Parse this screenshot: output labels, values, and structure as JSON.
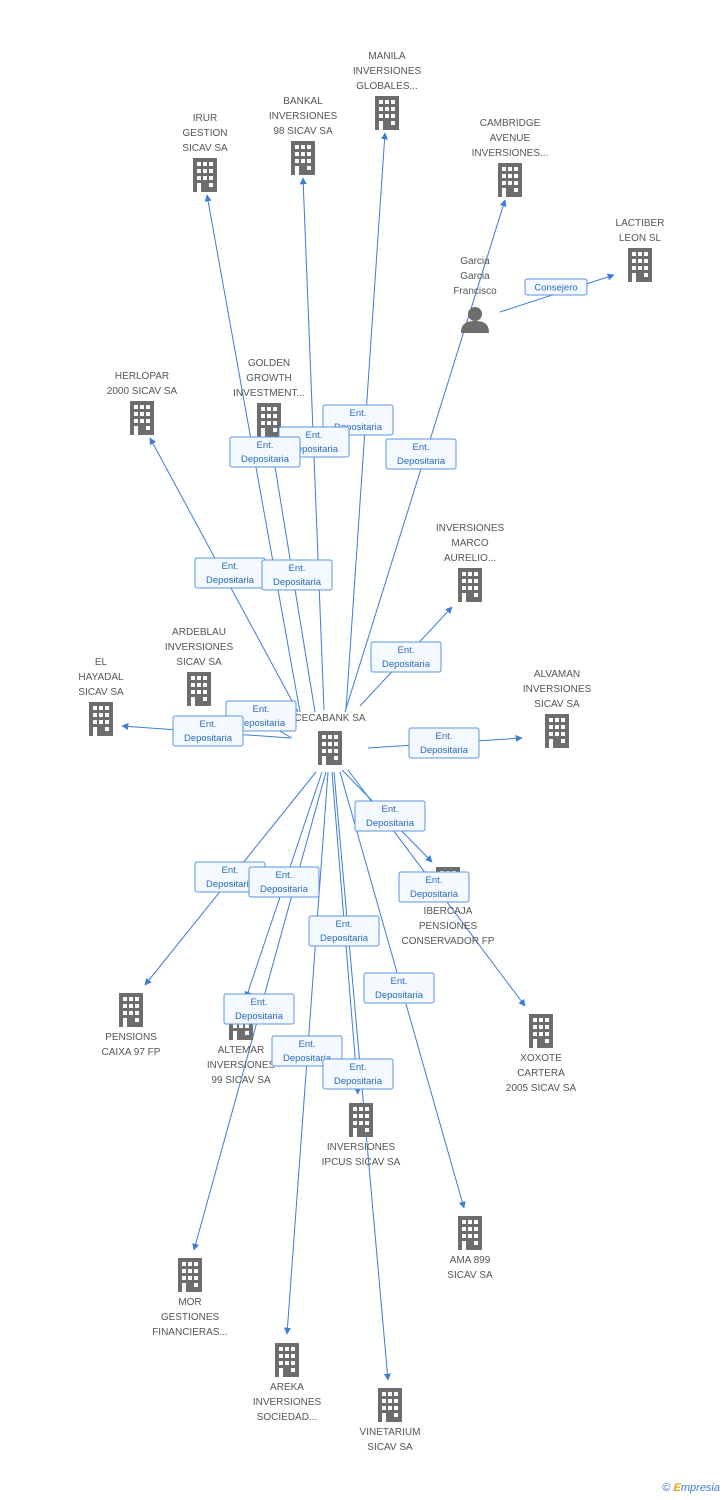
{
  "nodes": [
    {
      "id": "center",
      "kind": "company",
      "label": [
        "CECABANK SA"
      ]
    },
    {
      "id": "manila",
      "kind": "company",
      "label": [
        "MANILA",
        "INVERSIONES",
        "GLOBALES..."
      ]
    },
    {
      "id": "bankal",
      "kind": "company",
      "label": [
        "BANKAL",
        "INVERSIONES",
        "98 SICAV SA"
      ]
    },
    {
      "id": "irur",
      "kind": "company",
      "label": [
        "IRUR",
        "GESTION",
        "SICAV SA"
      ]
    },
    {
      "id": "cambridge",
      "kind": "company",
      "label": [
        "CAMBRIDGE",
        "AVENUE",
        "INVERSIONES..."
      ]
    },
    {
      "id": "lactiber",
      "kind": "company",
      "label": [
        "LACTIBER",
        "LEON SL"
      ]
    },
    {
      "id": "garcia",
      "kind": "person",
      "label": [
        "Garcia",
        "Garcia",
        "Francisco"
      ]
    },
    {
      "id": "herlopar",
      "kind": "company",
      "label": [
        "HERLOPAR",
        "2000 SICAV SA"
      ]
    },
    {
      "id": "golden",
      "kind": "company",
      "label": [
        "GOLDEN",
        "GROWTH",
        "INVESTMENT..."
      ]
    },
    {
      "id": "marco",
      "kind": "company",
      "label": [
        "INVERSIONES",
        "MARCO",
        "AURELIO..."
      ]
    },
    {
      "id": "ardeblau",
      "kind": "company",
      "label": [
        "ARDEBLAU",
        "INVERSIONES",
        "SICAV SA"
      ]
    },
    {
      "id": "hayadal",
      "kind": "company",
      "label": [
        "EL",
        "HAYADAL",
        "SICAV SA"
      ]
    },
    {
      "id": "alvaman",
      "kind": "company",
      "label": [
        "ALVAMAN",
        "INVERSIONES",
        "SICAV SA"
      ]
    },
    {
      "id": "ibercaja",
      "kind": "company",
      "label": [
        "IBERCAJA",
        "PENSIONES",
        "CONSERVADOR FP"
      ]
    },
    {
      "id": "pensions",
      "kind": "company",
      "label": [
        "PENSIONS",
        "CAIXA 97 FP"
      ]
    },
    {
      "id": "altemar",
      "kind": "company",
      "label": [
        "ALTEMAR",
        "INVERSIONES",
        "99 SICAV SA"
      ]
    },
    {
      "id": "xoxote",
      "kind": "company",
      "label": [
        "XOXOTE",
        "CARTERA",
        "2005 SICAV SA"
      ]
    },
    {
      "id": "ipcus",
      "kind": "company",
      "label": [
        "INVERSIONES",
        "IPCUS SICAV SA"
      ]
    },
    {
      "id": "ama",
      "kind": "company",
      "label": [
        "AMA 899",
        "SICAV SA"
      ]
    },
    {
      "id": "mor",
      "kind": "company",
      "label": [
        "MOR",
        "GESTIONES",
        "FINANCIERAS..."
      ]
    },
    {
      "id": "areka",
      "kind": "company",
      "label": [
        "AREKA",
        "INVERSIONES",
        "SOCIEDAD..."
      ]
    },
    {
      "id": "vinetarium",
      "kind": "company",
      "label": [
        "VINETARIUM",
        "SICAV SA"
      ]
    }
  ],
  "edges": [
    {
      "from": "center",
      "to": "manila",
      "label": [
        "Ent.",
        "Depositaria"
      ]
    },
    {
      "from": "center",
      "to": "bankal",
      "label": [
        "Ent.",
        "Depositaria"
      ]
    },
    {
      "from": "center",
      "to": "irur",
      "label": [
        "Ent.",
        "Depositaria"
      ]
    },
    {
      "from": "center",
      "to": "cambridge",
      "label": [
        "Ent.",
        "Depositaria"
      ]
    },
    {
      "from": "garcia",
      "to": "lactiber",
      "label": [
        "Consejero"
      ]
    },
    {
      "from": "center",
      "to": "herlopar",
      "label": [
        "Ent.",
        "Depositaria"
      ]
    },
    {
      "from": "center",
      "to": "golden",
      "label": [
        "Ent.",
        "Depositaria"
      ]
    },
    {
      "from": "center",
      "to": "marco",
      "label": [
        "Ent.",
        "Depositaria"
      ]
    },
    {
      "from": "center",
      "to": "ardeblau",
      "label": [
        "Ent.",
        "Depositaria"
      ]
    },
    {
      "from": "center",
      "to": "hayadal",
      "label": [
        "Ent.",
        "Depositaria"
      ]
    },
    {
      "from": "center",
      "to": "alvaman",
      "label": [
        "Ent.",
        "Depositaria"
      ]
    },
    {
      "from": "center",
      "to": "ibercaja",
      "label": [
        "Ent.",
        "Depositaria"
      ]
    },
    {
      "from": "center",
      "to": "pensions",
      "label": [
        "Ent.",
        "Depositaria"
      ]
    },
    {
      "from": "center",
      "to": "altemar",
      "label": [
        "Ent.",
        "Depositaria"
      ]
    },
    {
      "from": "center",
      "to": "xoxote",
      "label": [
        "Ent.",
        "Depositaria"
      ]
    },
    {
      "from": "center",
      "to": "ipcus",
      "label": [
        "Ent.",
        "Depositaria"
      ]
    },
    {
      "from": "center",
      "to": "ama",
      "label": [
        "Ent.",
        "Depositaria"
      ]
    },
    {
      "from": "center",
      "to": "mor",
      "label": [
        "Ent.",
        "Depositaria"
      ]
    },
    {
      "from": "center",
      "to": "areka",
      "label": [
        "Ent.",
        "Depositaria"
      ]
    },
    {
      "from": "center",
      "to": "vinetarium",
      "label": [
        "Ent.",
        "Depositaria"
      ]
    }
  ],
  "footer": {
    "copyright": "©",
    "brand_initial": "E",
    "brand_rest": "mpresia"
  },
  "colors": {
    "edge": "#3b7dd8",
    "icon": "#6d6d6d",
    "label_border": "#5b96e0",
    "label_bg": "#f4f8ff"
  }
}
